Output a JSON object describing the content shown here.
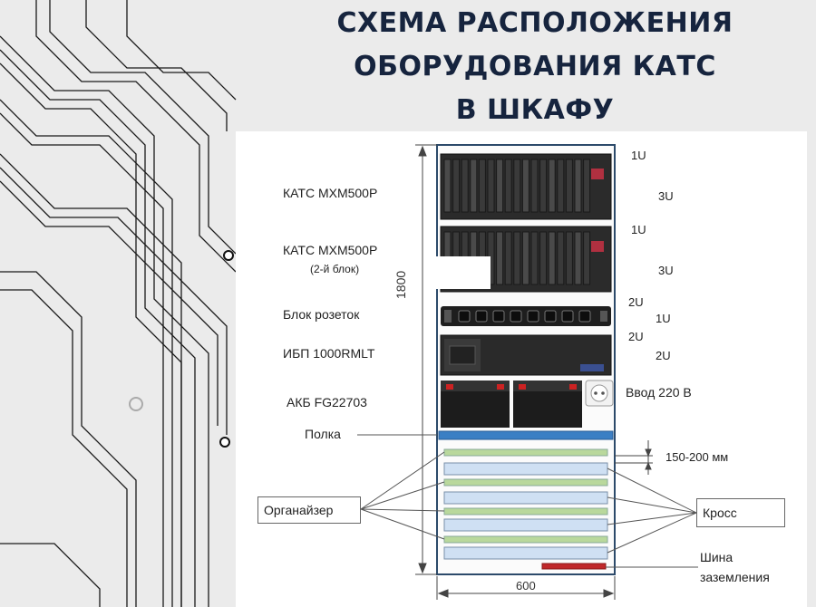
{
  "title": {
    "line1": "СХЕМА РАСПОЛОЖЕНИЯ",
    "line2": "ОБОРУДОВАНИЯ КАТС",
    "line3": "В ШКАФУ"
  },
  "labels": {
    "kats1": "КАТС МХМ500Р",
    "kats2": "КАТС МХМ500Р",
    "kats2_sub": "(2-й блок)",
    "sockets": "Блок розеток",
    "ups": "ИБП 1000RMLT",
    "battery": "АКБ FG22703",
    "shelf": "Полка",
    "input": "Ввод 220 В",
    "organizer": "Органайзер",
    "cross": "Кросс",
    "ground": "Шина заземления",
    "spacing": "150-200 мм",
    "height": "1800",
    "width": "600"
  },
  "units": [
    "1U",
    "3U",
    "1U",
    "3U",
    "2U",
    "1U",
    "2U",
    "2U"
  ],
  "colors": {
    "title": "#16243e",
    "cabinet_frame": "#2c4a6a",
    "shelf": "#3b7fc4",
    "organizer": "#b9d89c",
    "cross": "#cfe0f3",
    "ground_bar": "#c0282a"
  }
}
